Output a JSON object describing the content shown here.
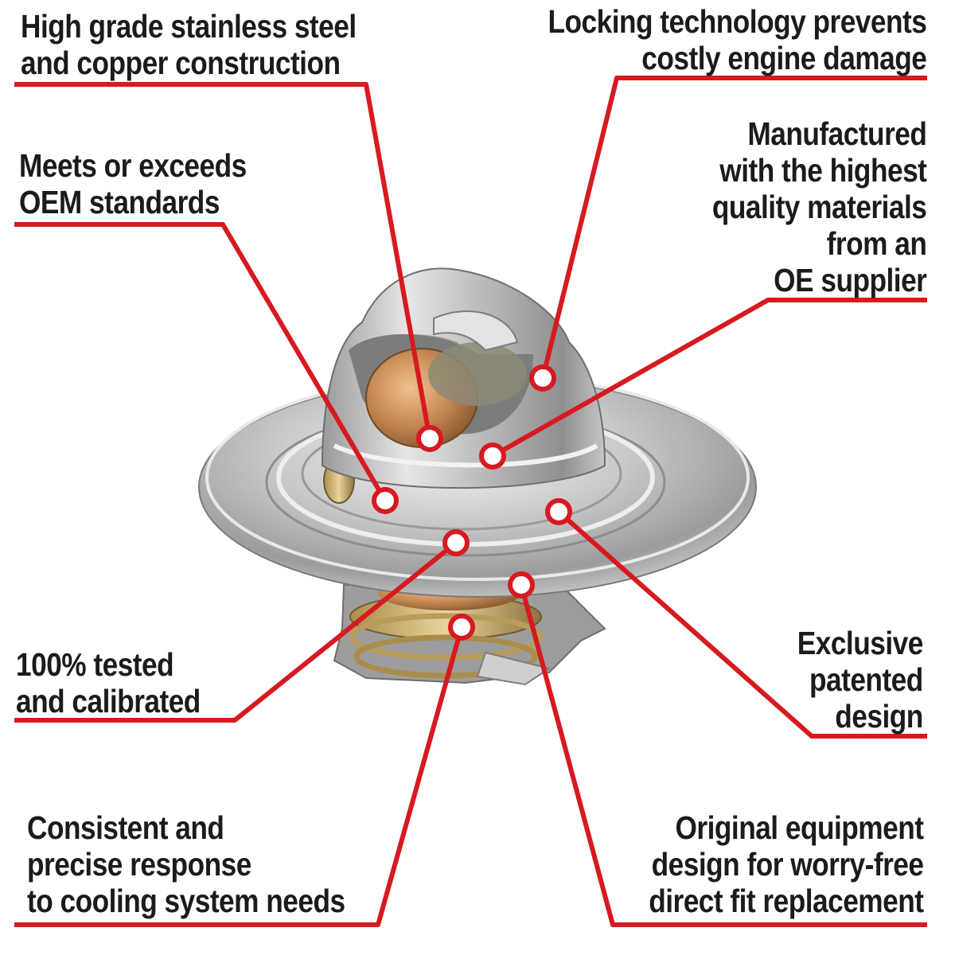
{
  "diagram": {
    "product": "thermostat",
    "accent_color": "#d71920",
    "text_color": "#1b1b1b",
    "callouts": [
      {
        "id": "stainless-steel",
        "text": "High grade stainless steel\nand copper construction"
      },
      {
        "id": "locking-technology",
        "text": "Locking technology prevents\ncostly engine damage"
      },
      {
        "id": "oem-standards",
        "text": "Meets or exceeds\nOEM standards"
      },
      {
        "id": "quality-materials",
        "text": "Manufactured\nwith the highest\nquality materials\nfrom an\nOE supplier"
      },
      {
        "id": "tested-calibrated",
        "text": "100% tested\nand calibrated"
      },
      {
        "id": "patented-design",
        "text": "Exclusive\npatented\ndesign"
      },
      {
        "id": "precise-response",
        "text": "Consistent and\nprecise response\nto cooling system needs"
      },
      {
        "id": "direct-fit",
        "text": "Original equipment\ndesign for worry-free\ndirect fit replacement"
      }
    ]
  }
}
